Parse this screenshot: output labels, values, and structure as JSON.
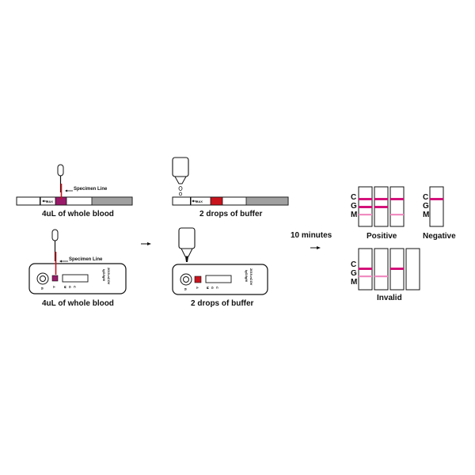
{
  "colors": {
    "line_dark": "#d4127a",
    "line_light": "#f08cc0",
    "blood_dark": "#9a1a6a",
    "blood_red": "#c9141e",
    "gray": "#a0a0a0",
    "stroke": "#111111"
  },
  "step1": {
    "specimen_label": "Specimen Line",
    "max_label": "MAX",
    "caption_strip": "4uL of whole blood",
    "caption_cassette": "4uL of whole blood"
  },
  "step2": {
    "max_label": "MAX",
    "caption_strip": "2 drops of buffer",
    "caption_cassette": "2 drops of buffer"
  },
  "cassette": {
    "product_text_1": "2019-nCOV",
    "product_text_2": "IgG/IgM",
    "letters": [
      "C",
      "G",
      "M",
      "A",
      "B"
    ]
  },
  "timer_label": "10 minutes",
  "results": {
    "letters": [
      "C",
      "G",
      "M"
    ],
    "positive_label": "Positive",
    "negative_label": "Negative",
    "invalid_label": "Invalid",
    "positive_strips": [
      {
        "C": "dark",
        "G": "dark",
        "M": "light"
      },
      {
        "C": "dark",
        "G": "dark",
        "M": "none"
      },
      {
        "C": "dark",
        "G": "none",
        "M": "light"
      }
    ],
    "negative_strips": [
      {
        "C": "dark",
        "G": "none",
        "M": "none"
      }
    ],
    "invalid_strips": [
      {
        "C": "none",
        "G": "dark",
        "M": "light"
      },
      {
        "C": "none",
        "G": "none",
        "M": "light"
      },
      {
        "C": "none",
        "G": "dark",
        "M": "none"
      },
      {
        "C": "none",
        "G": "none",
        "M": "none"
      }
    ]
  }
}
